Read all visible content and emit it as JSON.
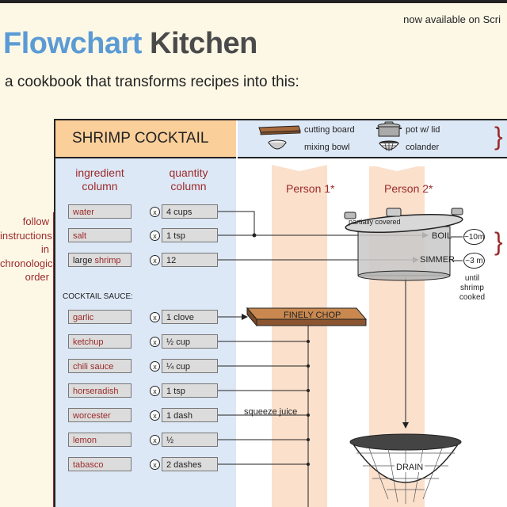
{
  "header": {
    "availability": "now available on Scri",
    "title_word1": "Flowchart",
    "title_word2": "Kitchen",
    "subtitle": "a cookbook that transforms recipes into this:"
  },
  "side_note": "follow instructions in chronological order",
  "recipe": {
    "name": "SHRIMP COCKTAIL",
    "equipment": [
      "cutting board",
      "pot w/ lid",
      "mixing bowl",
      "colander"
    ],
    "column_headers": {
      "ingredient": "ingredient column",
      "quantity": "quantity column"
    },
    "multiply_symbol": "x",
    "ingredients": [
      {
        "name": "water",
        "quantity": "4 cups"
      },
      {
        "name": "salt",
        "quantity": "1 tsp"
      },
      {
        "name_prefix": "large ",
        "name": "shrimp",
        "quantity": "12"
      }
    ],
    "sauce_label": "COCKTAIL SAUCE:",
    "sauce_ingredients": [
      {
        "name": "garlic",
        "quantity": "1 clove"
      },
      {
        "name": "ketchup",
        "quantity": "½ cup"
      },
      {
        "name": "chili sauce",
        "quantity": "¼ cup"
      },
      {
        "name": "horseradish",
        "quantity": "1 tsp"
      },
      {
        "name": "worcester",
        "quantity": "1 dash"
      },
      {
        "name": "lemon",
        "quantity": "½"
      },
      {
        "name": "tabasco",
        "quantity": "2 dashes"
      }
    ],
    "persons": [
      "Person 1*",
      "Person 2*"
    ],
    "steps": {
      "partially_covered": "partially covered",
      "boil": "BOIL",
      "boil_time": "~10m",
      "simmer": "SIMMER",
      "simmer_time": "~3 m",
      "until": "until shrimp cooked",
      "finely_chop": "FINELY CHOP",
      "squeeze_juice": "squeeze juice",
      "drain": "DRAIN"
    }
  },
  "colors": {
    "accent_blue": "#5b9bd5",
    "accent_red": "#9b2a2a",
    "header_orange": "#fbcf9a",
    "panel_blue": "#dde8f6",
    "lane_peach": "#fbe0cc"
  }
}
